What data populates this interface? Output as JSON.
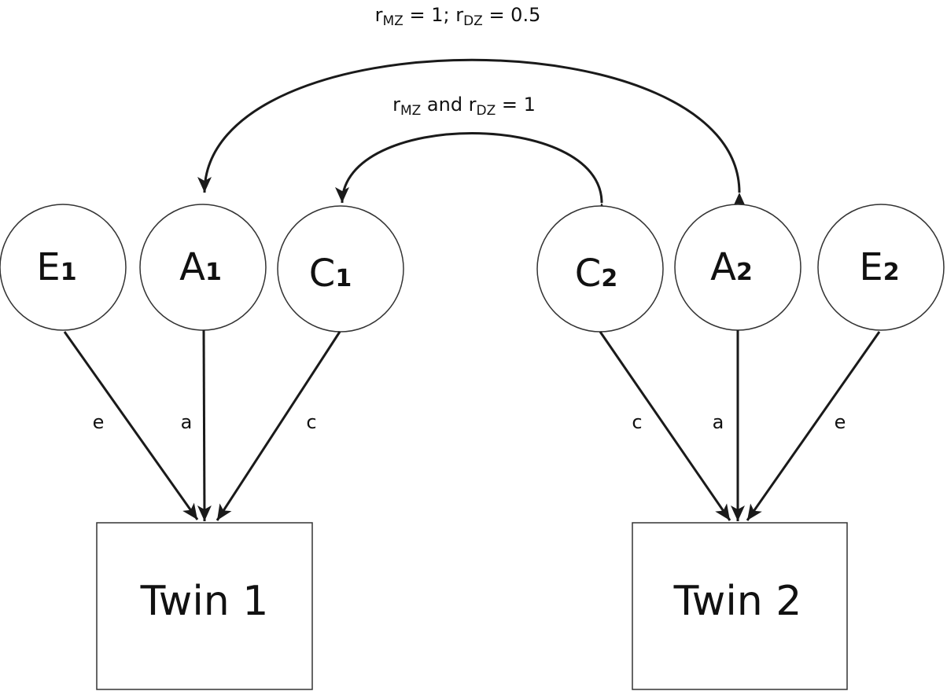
{
  "correlations": {
    "additive": {
      "r1": "r",
      "sub1": "MZ",
      "mid": " = 1; r",
      "sub2": "DZ",
      "tail": " = 0.5"
    },
    "common": {
      "r1": "r",
      "sub1": "MZ",
      "mid": " and r",
      "sub2": "DZ",
      "tail": " = 1"
    }
  },
  "twin1": {
    "factors": [
      {
        "letter": "E",
        "index": "1"
      },
      {
        "letter": "A",
        "index": "1"
      },
      {
        "letter": "C",
        "index": "1"
      }
    ],
    "paths": [
      "e",
      "a",
      "c"
    ],
    "box_label": "Twin 1"
  },
  "twin2": {
    "factors": [
      {
        "letter": "C",
        "index": "2"
      },
      {
        "letter": "A",
        "index": "2"
      },
      {
        "letter": "E",
        "index": "2"
      }
    ],
    "paths": [
      "c",
      "a",
      "e"
    ],
    "box_label": "Twin 2"
  }
}
